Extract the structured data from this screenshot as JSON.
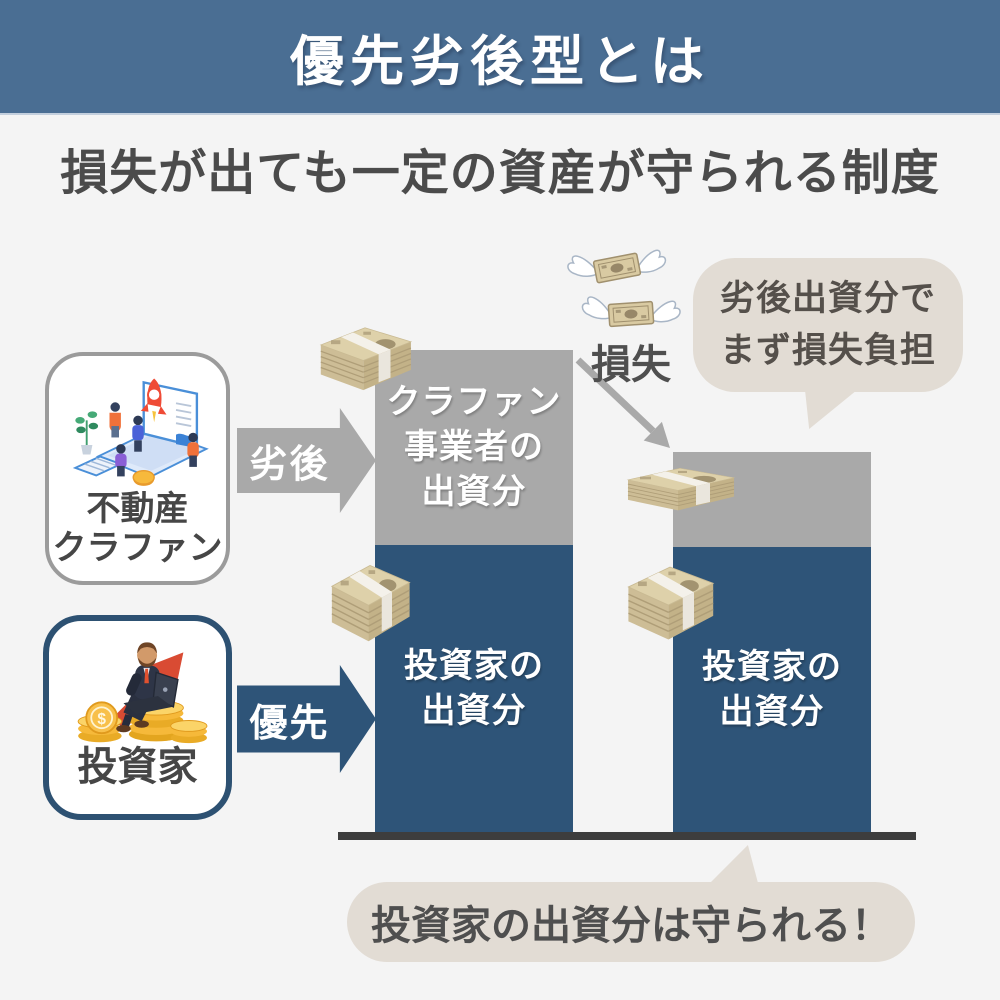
{
  "header": {
    "title": "優先劣後型とは",
    "bg": "#4a6e93"
  },
  "subtitle": {
    "text": "損失が出ても一定の資産が守られる制度"
  },
  "cards": {
    "crowdfunding": {
      "label_line1": "不動産",
      "label_line2": "クラファン"
    },
    "investor": {
      "label": "投資家"
    }
  },
  "arrows": {
    "subordinated": {
      "label": "劣後",
      "color": "#a9a9a9"
    },
    "senior": {
      "label": "優先",
      "color": "#2e5478"
    }
  },
  "bars": {
    "colors": {
      "operator": "#a9a9a9",
      "investor": "#2e5478"
    },
    "left": {
      "operator_line1": "クラファン",
      "operator_line2": "事業者の",
      "operator_line3": "出資分",
      "investor_line1": "投資家の",
      "investor_line2": "出資分"
    },
    "right": {
      "investor_line1": "投資家の",
      "investor_line2": "出資分"
    }
  },
  "loss": {
    "label": "損失"
  },
  "bubbles": {
    "top": {
      "line1": "劣後出資分で",
      "line2": "まず損失負担",
      "bg": "#e2dcd4"
    },
    "bottom": {
      "text": "投資家の出資分は守られる！",
      "bg": "#e2dcd4"
    }
  },
  "icons": {
    "crowdfunding_illustration": "isometric-crowdfunding-illustration",
    "investor_illustration": "investor-on-coins-illustration",
    "money_stack": "money-stack-icon",
    "flying_money": "flying-money-icon",
    "dollar_symbol": "$"
  },
  "misc_colors": {
    "ground": "#3d3d3d",
    "background": "#f4f4f4",
    "bubble_text": "#55504b"
  }
}
